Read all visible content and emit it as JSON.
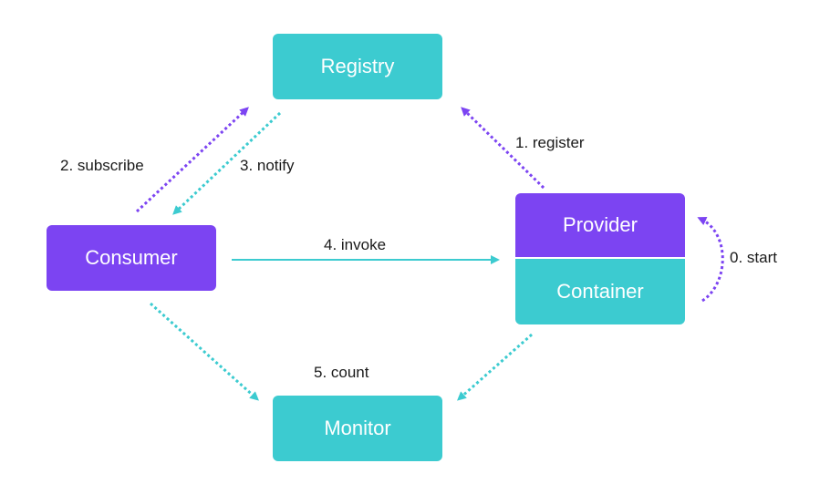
{
  "colors": {
    "teal": "#3ccbd0",
    "purple": "#7c44f2",
    "text": "#1a1a1a"
  },
  "nodes": {
    "registry": "Registry",
    "consumer": "Consumer",
    "provider": "Provider",
    "container": "Container",
    "monitor": "Monitor"
  },
  "edges": {
    "start": "0. start",
    "register": "1. register",
    "subscribe": "2. subscribe",
    "notify": "3. notify",
    "invoke": "4. invoke",
    "count": "5. count"
  }
}
